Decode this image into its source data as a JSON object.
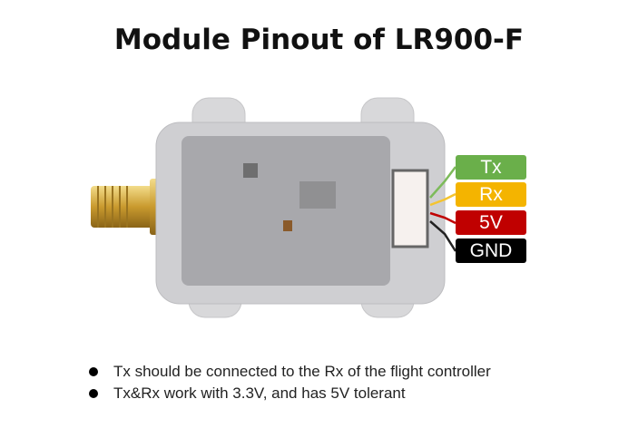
{
  "title": "Module Pinout of LR900-F",
  "pins": [
    {
      "label": "Tx",
      "color": "#6aaf4a"
    },
    {
      "label": "Rx",
      "color": "#f4b400"
    },
    {
      "label": "5V",
      "color": "#c00000"
    },
    {
      "label": "GND",
      "color": "#000000"
    }
  ],
  "notes": [
    "Tx should be connected to the Rx of the flight controller",
    "Tx&Rx work with 3.3V, and has 5V tolerant"
  ]
}
